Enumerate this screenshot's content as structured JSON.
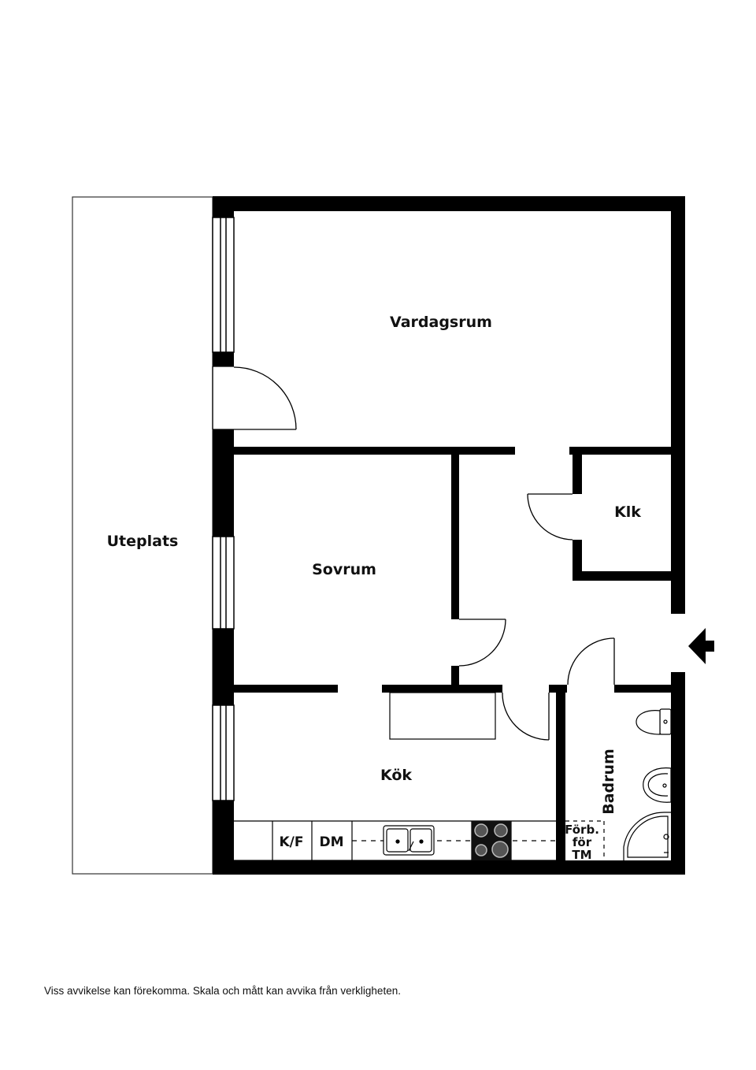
{
  "rooms": {
    "vardagsrum": "Vardagsrum",
    "sovrum": "Sovrum",
    "kok": "Kök",
    "klk": "Klk",
    "badrum": "Badrum",
    "uteplats": "Uteplats"
  },
  "fixtures": {
    "kf": "K/F",
    "dm": "DM",
    "forb_line1": "Förb.",
    "forb_line2": "för",
    "forb_line3": "TM"
  },
  "disclaimer": "Viss avvikelse kan förekomma. Skala och mått kan avvika från verkligheten.",
  "colors": {
    "wall": "#000000",
    "background": "#ffffff",
    "burner": "#555555"
  }
}
